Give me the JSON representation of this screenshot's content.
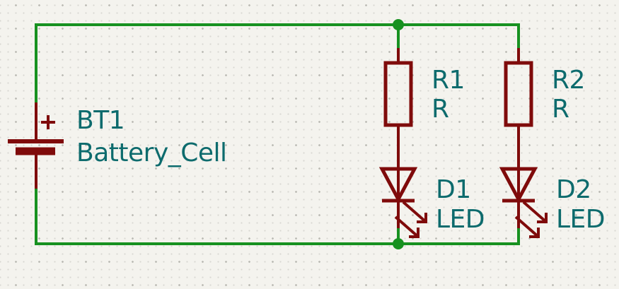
{
  "colors": {
    "background": "#f4f3ee",
    "grid_dot": "#d8d7d1",
    "grid_dot_major": "#bdbcb6",
    "wire": "#179120",
    "junction": "#179120",
    "symbol": "#7f0b0b",
    "label": "#0d6b6d"
  },
  "schematic": {
    "battery": {
      "reference": "BT1",
      "value": "Battery_Cell"
    },
    "resistor1": {
      "reference": "R1",
      "value": "R"
    },
    "resistor2": {
      "reference": "R2",
      "value": "R"
    },
    "led1": {
      "reference": "D1",
      "value": "LED"
    },
    "led2": {
      "reference": "D2",
      "value": "LED"
    }
  }
}
